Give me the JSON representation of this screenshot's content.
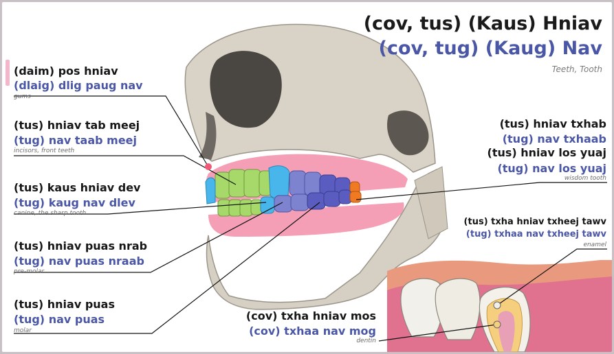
{
  "title": {
    "line1": "(cov, tus) (Kaus) Hniav",
    "line2": "(cov, tug) (Kaug) Nav",
    "english": "Teeth, Tooth"
  },
  "labels": {
    "gums": {
      "white": "(daim) pos hniav",
      "green": "(dlaig) dlig paug nav",
      "english": "gums"
    },
    "incisors": {
      "white": "(tus) hniav tab meej",
      "green": "(tug) nav taab meej",
      "english": "incisors, front teeth"
    },
    "canine": {
      "white": "(tus) kaus hniav dev",
      "green": "(tug) kaug nav dlev",
      "english": "canine, the sharp tooth"
    },
    "premolar": {
      "white": "(tus) hniav puas nrab",
      "green": "(tug) nav puas nraab",
      "english": "pre-molar"
    },
    "molar": {
      "white": "(tus) hniav puas",
      "green": "(tug) nav puas",
      "english": "molar"
    },
    "back_tooth": {
      "white": "(tus) hniav txhab",
      "green": "(tug) nav txhaab"
    },
    "wisdom": {
      "white": "(tus) hniav los yuaj",
      "green": "(tug) nav los yuaj",
      "english": "wisdom tooth"
    },
    "enamel": {
      "white": "(tus) txha hniav txheej tawv",
      "green": "(tug) txhaa nav txheej tawv",
      "english": "enamel"
    },
    "dentin": {
      "white": "(cov) txha hniav mos",
      "green": "(cov) txhaa nav mog",
      "english": "dentin"
    }
  },
  "colors": {
    "title_blue": "#4a56a6",
    "incisor_green": "#a6d86a",
    "canine_blue": "#48b6ea",
    "premolar_purple": "#7e83d0",
    "molar_purple": "#5a5cc0",
    "wisdom_orange": "#ef7a22",
    "gum_pink": "#f39ab3"
  }
}
